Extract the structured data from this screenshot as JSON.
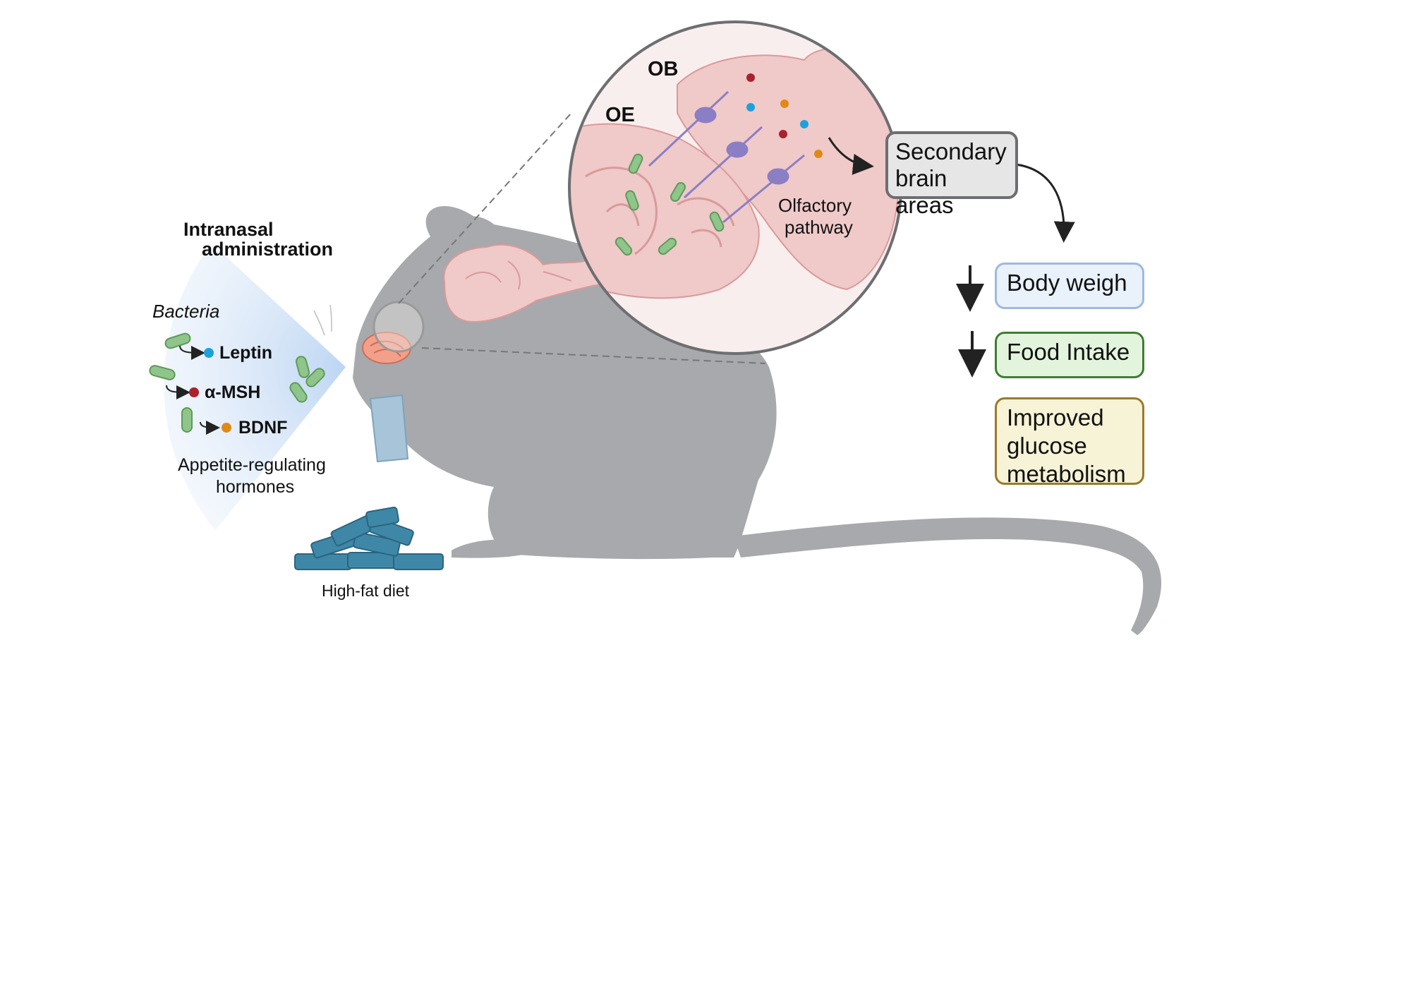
{
  "labels": {
    "intranasal_line1": "Intranasal",
    "intranasal_line2": "administration",
    "bacteria": "Bacteria",
    "leptin": "Leptin",
    "amsh": "α-MSH",
    "bdnf": "BDNF",
    "appetite_line1": "Appetite-regulating",
    "appetite_line2": "hormones",
    "high_fat_diet": "High-fat diet",
    "ob": "OB",
    "oe": "OE",
    "olfactory_line1": "Olfactory",
    "olfactory_line2": "pathway"
  },
  "boxes": {
    "secondary_line1": "Secondary",
    "secondary_line2": "brain areas",
    "body_weight": "Body weigh",
    "food_intake": "Food Intake",
    "glucose_line1": "Improved",
    "glucose_line2": "glucose",
    "glucose_line3": "metabolism"
  },
  "colors": {
    "mouse_gray": "#a7a9ac",
    "hormone_leptin": "#1da1dc",
    "hormone_amsh": "#a8232c",
    "hormone_bdnf": "#e08a16",
    "bacteria_green": "#8fc58a",
    "neuron_purple": "#8a7fc4",
    "tissue_pink": "#f0c9c9",
    "food_blue": "#3f87a6",
    "box_gray": "#e6e6e6",
    "box_blue": "#e9f1fb",
    "box_green": "#e3f4dd",
    "box_yellow": "#f6f3d6"
  }
}
